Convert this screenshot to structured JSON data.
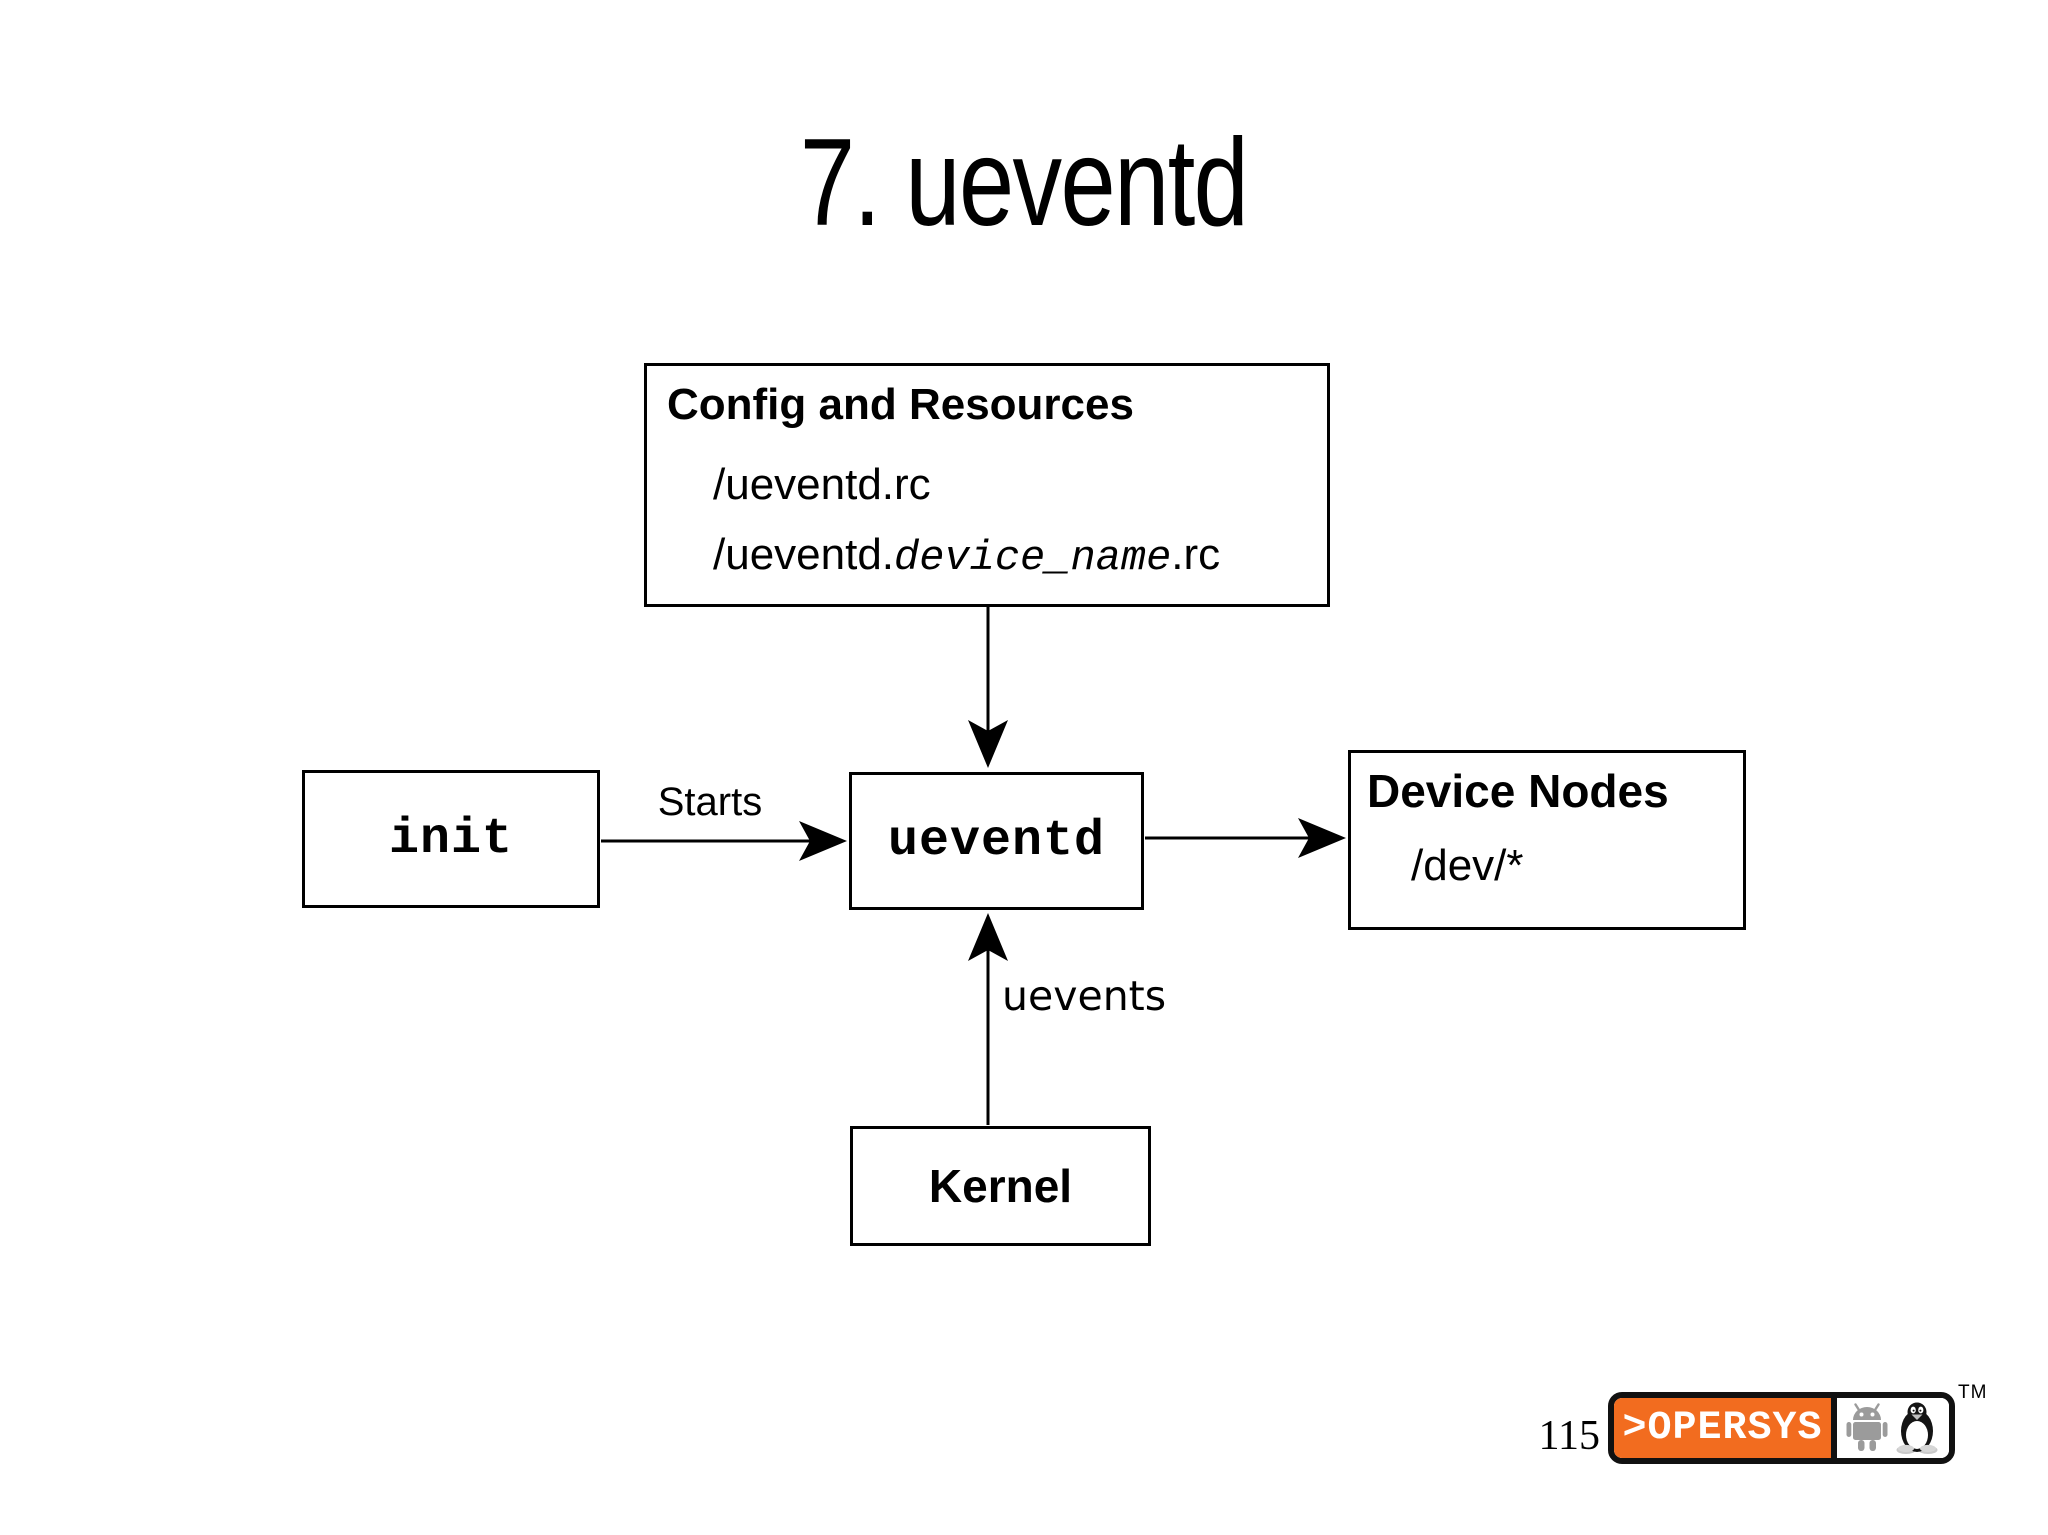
{
  "slide": {
    "title": "7. ueventd"
  },
  "diagram": {
    "config_box": {
      "heading": "Config and Resources",
      "line1": "/ueventd.rc",
      "line2_prefix": "/ueventd.",
      "line2_var": "device_name",
      "line2_suffix": ".rc"
    },
    "init_box": {
      "label": "init"
    },
    "ueventd_box": {
      "label": "ueventd"
    },
    "device_nodes_box": {
      "heading": "Device Nodes",
      "line1": "/dev/*"
    },
    "kernel_box": {
      "label": "Kernel"
    },
    "labels": {
      "starts": "Starts",
      "uevents": "uevents"
    }
  },
  "footer": {
    "page_number": "115",
    "logo": {
      "brand": ">OPERSYS",
      "trademark": "TM",
      "brand_color": "#F26C1F",
      "android_icon_color": "#9B9B9B",
      "icons": [
        "android-icon",
        "tux-icon"
      ]
    }
  }
}
